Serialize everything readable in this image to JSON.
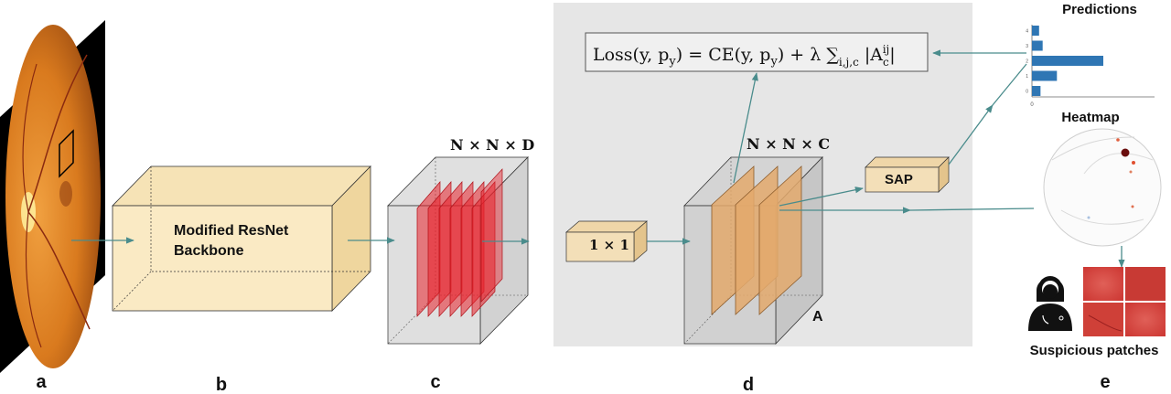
{
  "stage_labels": {
    "a": "a",
    "b": "b",
    "c": "c",
    "d": "d",
    "e": "e"
  },
  "backbone": {
    "line1": "Modified ResNet",
    "line2": "Backbone"
  },
  "feature_dims": {
    "c": "N × N × D",
    "d": "N × N × C"
  },
  "conv_label": "1 × 1",
  "activation_label": "A",
  "sap_label": "SAP",
  "loss_formula": {
    "lhs": "Loss(y, p",
    "lhs_sub": "y",
    "mid": ") = CE(y, p",
    "mid_sub": "y",
    "rhs": ") + λ ∑",
    "sum_sub": "i,j,c",
    "abs_open": " |A",
    "abs_sub": "c",
    "abs_sup": "ij",
    "abs_close": "|"
  },
  "predictions": {
    "title": "Predictions",
    "ticks": [
      "4",
      "3",
      "2",
      "1",
      "0"
    ],
    "values": [
      0.1,
      0.15,
      1.0,
      0.35,
      0.12
    ],
    "x_tick": "0",
    "bar_color": "#2f76b4"
  },
  "heatmap": {
    "title": "Heatmap"
  },
  "patches": {
    "title": "Suspicious patches"
  },
  "colors": {
    "panel_gray": "#e6e6e6",
    "backbone_fill": "#faeac4",
    "feature_red": "#e8202a",
    "feature_orange": "#e3a96c",
    "arrow": "#4a8c8c"
  }
}
